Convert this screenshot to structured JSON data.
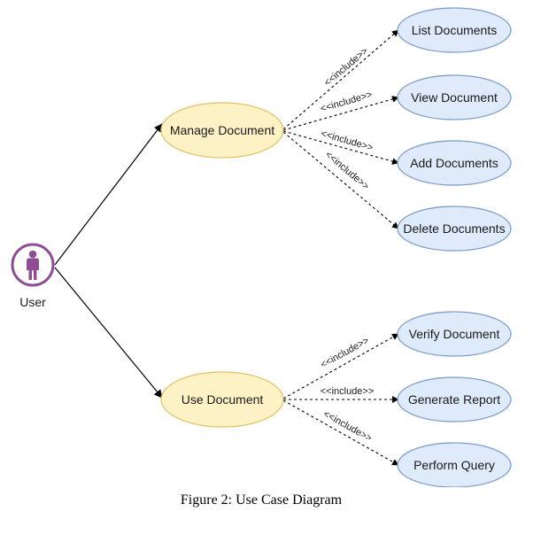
{
  "actor": {
    "label": "User"
  },
  "use_cases": {
    "manage": "Manage Document",
    "use": "Use Document",
    "list": "List Documents",
    "view": "View Document",
    "add": "Add Documents",
    "delete": "Delete Documents",
    "verify": "Verify Document",
    "report": "Generate Report",
    "query": "Perform Query"
  },
  "relation_label": "<<include>>",
  "caption": "Figure 2: Use Case Diagram",
  "colors": {
    "primary_fill": "#fdf1c6",
    "primary_stroke": "#e0c469",
    "secondary_fill": "#dfeafa",
    "secondary_stroke": "#7f9fc9",
    "actor_ring": "#8f4e94",
    "actor_figure": "#8f4e94"
  }
}
